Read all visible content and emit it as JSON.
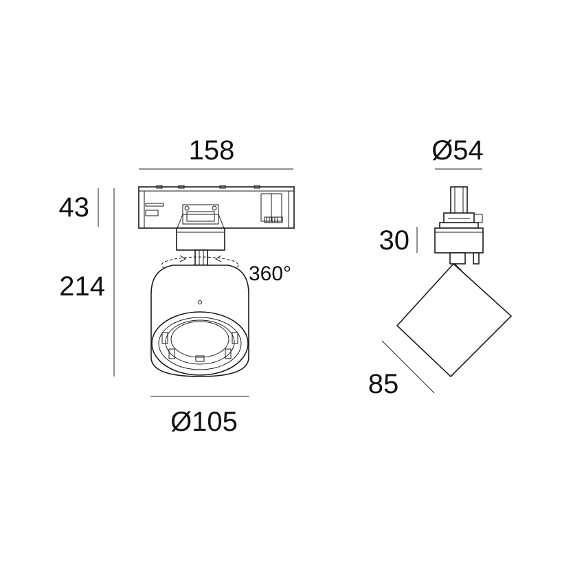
{
  "dimensions": {
    "adapter_width": "158",
    "adapter_height": "43",
    "total_height": "214",
    "head_diameter": "Ø105",
    "rotation": "360°",
    "stem_diameter": "Ø54",
    "stem_height": "30",
    "head_depth": "85"
  }
}
